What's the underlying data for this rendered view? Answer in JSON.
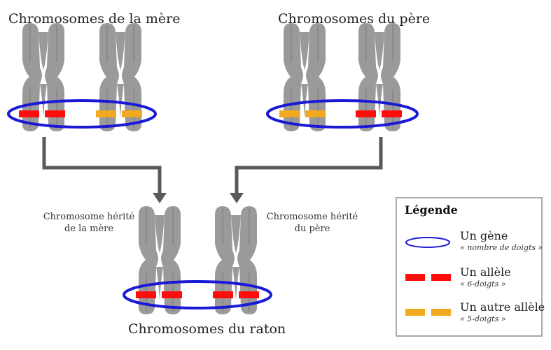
{
  "titles": {
    "mother": "Chromosomes de la mère",
    "father": "Chromosomes du père",
    "offspring": "Chromosomes du raton"
  },
  "inherited_labels": {
    "from_mother_line1": "Chromosome hérité",
    "from_mother_line2": "de la mère",
    "from_father_line1": "Chromosome hérité",
    "from_father_line2": "du père"
  },
  "legend": {
    "title": "Légende",
    "items": [
      {
        "label": "Un gène",
        "sublabel": "« nombre de doigts »",
        "icon": "gene-ellipse-icon"
      },
      {
        "label": "Un allèle",
        "sublabel": "« 6-doigts »",
        "icon": "red-allele-icon"
      },
      {
        "label": "Un autre allèle",
        "sublabel": "« 5-doigts »",
        "icon": "orange-allele-icon"
      }
    ]
  },
  "colors": {
    "chromosome": "#9a9a9a",
    "gene_ellipse": "#1a1ad6",
    "allele_6_doigts": "#ff0d0d",
    "allele_5_doigts": "#f2a91f",
    "arrow": "#595959",
    "legend_border": "#a9a9a9"
  }
}
